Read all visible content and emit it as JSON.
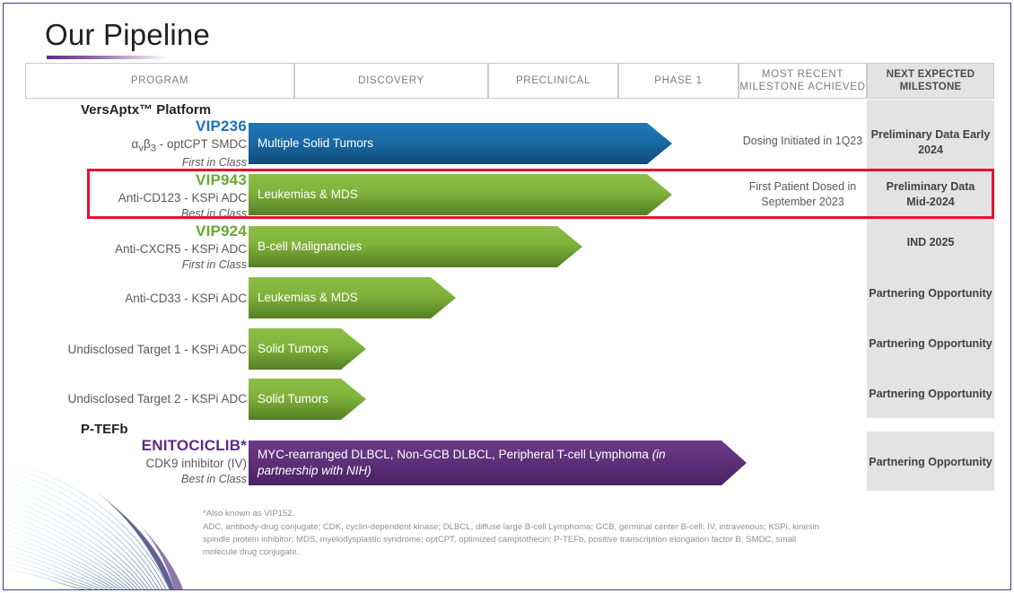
{
  "slide": {
    "title": "Our Pipeline",
    "accent_purple": "#5b2d82",
    "accent_blue": "#1b72b8",
    "accent_green": "#6aa832",
    "highlight_color": "#e8112d"
  },
  "columns": [
    {
      "label": "PROGRAM"
    },
    {
      "label": "DISCOVERY"
    },
    {
      "label": "PRECLINICAL"
    },
    {
      "label": "PHASE 1"
    },
    {
      "label": "MOST RECENT\nMILESTONE ACHIEVED",
      "line1": "MOST RECENT",
      "line2": "MILESTONE ACHIEVED"
    },
    {
      "label": "NEXT EXPECTED\nMILESTONE",
      "line1": "NEXT EXPECTED",
      "line2": "MILESTONE"
    }
  ],
  "platforms": [
    {
      "name": "VersAptx™ Platform"
    },
    {
      "name": "P-TEFb"
    }
  ],
  "rows": [
    {
      "code": "VIP236",
      "code_color": "blue",
      "descriptor": "αvβ3 - optCPT SMDC",
      "descriptor_prefix": "α",
      "descriptor_sub1": "v",
      "descriptor_mid": "β",
      "descriptor_sub2": "3",
      "descriptor_rest": " - optCPT SMDC",
      "class": "First in Class",
      "indication": "Multiple Solid Tumors",
      "bar_color": "blue",
      "most_recent_milestone": "Dosing Initiated in 1Q23",
      "next_expected_milestone": "Preliminary Data Early 2024",
      "next_expected_line1": "Preliminary Data Early",
      "next_expected_line2": "2024",
      "highlighted": false
    },
    {
      "code": "VIP943",
      "code_color": "green",
      "descriptor": "Anti-CD123 - KSPi ADC",
      "class": "Best in Class",
      "indication": "Leukemias & MDS",
      "bar_color": "green",
      "most_recent_milestone": "First Patient Dosed in September 2023",
      "most_recent_line1": "First Patient Dosed in",
      "most_recent_line2": "September 2023",
      "next_expected_milestone": "Preliminary Data Mid-2024",
      "next_expected_line1": "Preliminary Data",
      "next_expected_line2": "Mid-2024",
      "highlighted": true
    },
    {
      "code": "VIP924",
      "code_color": "green",
      "descriptor": "Anti-CXCR5 - KSPi ADC",
      "class": "First in Class",
      "indication": "B-cell Malignancies",
      "bar_color": "green",
      "most_recent_milestone": "",
      "next_expected_milestone": "IND 2025",
      "highlighted": false
    },
    {
      "code": "",
      "code_color": "green",
      "descriptor": "Anti-CD33 - KSPi ADC",
      "class": "",
      "indication": "Leukemias & MDS",
      "bar_color": "green",
      "most_recent_milestone": "",
      "next_expected_milestone": "Partnering Opportunity",
      "highlighted": false
    },
    {
      "code": "",
      "code_color": "green",
      "descriptor": "Undisclosed Target 1 - KSPi ADC",
      "class": "",
      "indication": "Solid Tumors",
      "bar_color": "green",
      "most_recent_milestone": "",
      "next_expected_milestone": "Partnering Opportunity",
      "highlighted": false
    },
    {
      "code": "",
      "code_color": "green",
      "descriptor": "Undisclosed Target 2 - KSPi ADC",
      "class": "",
      "indication": "Solid Tumors",
      "bar_color": "green",
      "most_recent_milestone": "",
      "next_expected_milestone": "Partnering Opportunity",
      "highlighted": false
    },
    {
      "code": "ENITOCICLIB*",
      "code_color": "purple",
      "descriptor": "CDK9 inhibitor (IV)",
      "class": "Best in Class",
      "indication": "MYC-rearranged DLBCL, Non-GCB DLBCL, Peripheral T-cell Lymphoma ",
      "indication_italic": "(in partnership with NIH)",
      "bar_color": "purple",
      "most_recent_milestone": "",
      "next_expected_milestone": "Partnering Opportunity",
      "highlighted": false
    }
  ],
  "footnote": {
    "star_note": "*Also known as VIP152.",
    "abbreviations": "ADC, antibody-drug conjugate; CDK, cyclin-dependent kinase; DLBCL, diffuse large B-cell Lymphoma; GCB, germinal center B-cell; IV, intravenous; KSPi, kinesin spindle protein inhibitor; MDS, myelodysplastic syndrome; optCPT, optimized camptothecin; P-TEFb, positive transcription elongation factor B; SMDC, small molecule drug conjugate."
  }
}
